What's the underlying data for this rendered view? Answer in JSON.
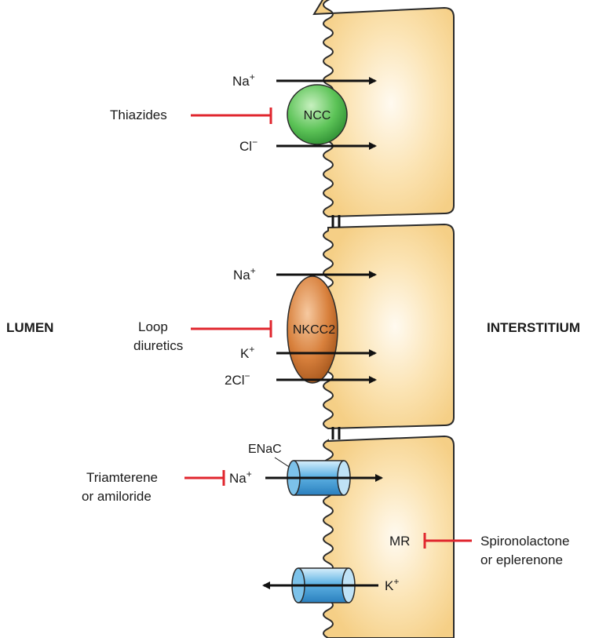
{
  "regions": {
    "left": "LUMEN",
    "right": "INTERSTITIUM"
  },
  "cell1": {
    "transporter": "NCC",
    "ion_top": "Na",
    "ion_top_sup": "+",
    "ion_bottom": "Cl",
    "ion_bottom_sup": "−",
    "drug": "Thiazides"
  },
  "cell2": {
    "transporter": "NKCC2",
    "ion_1": "Na",
    "ion_1_sup": "+",
    "ion_2": "K",
    "ion_2_sup": "+",
    "ion_3": "2Cl",
    "ion_3_sup": "−",
    "drug_line1": "Loop",
    "drug_line2": "diuretics"
  },
  "cell3": {
    "channel": "ENaC",
    "ion_in": "Na",
    "ion_in_sup": "+",
    "drug_line1": "Triamterene",
    "drug_line2": "or amiloride",
    "receptor": "MR",
    "receptor_drug_line1": "Spironolactone",
    "receptor_drug_line2": "or eplerenone",
    "ion_out": "K",
    "ion_out_sup": "+"
  },
  "colors": {
    "cell_fill": "#f7d695",
    "cell_highlight": "#fff8ea",
    "cell_outline": "#2a2a2a",
    "inhibitor_red": "#e0262e",
    "ncc_green": "#4cb64a",
    "nkcc2_orange": "#d47a35",
    "channel_blue": "#3e9fd6"
  }
}
